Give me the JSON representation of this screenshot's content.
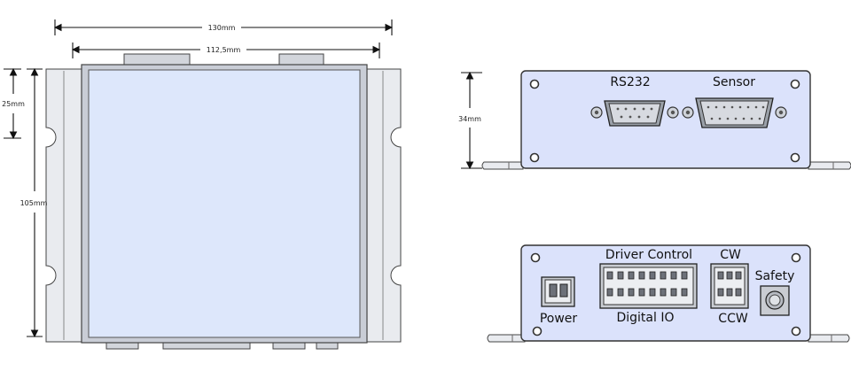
{
  "dimensions": {
    "width_outer": "130mm",
    "width_inner": "112,5mm",
    "height_total": "105mm",
    "slot_offset": "25mm",
    "panel_height": "34mm"
  },
  "front_panel": {
    "port_left": "RS232",
    "port_right": "Sensor"
  },
  "rear_panel": {
    "power": "Power",
    "driver_control": "Driver Control",
    "digital_io": "Digital IO",
    "cw": "CW",
    "ccw": "CCW",
    "safety": "Safety"
  },
  "colors": {
    "panel": "#dbe2fb",
    "body": "#dde7fb",
    "outline": "#333333"
  }
}
